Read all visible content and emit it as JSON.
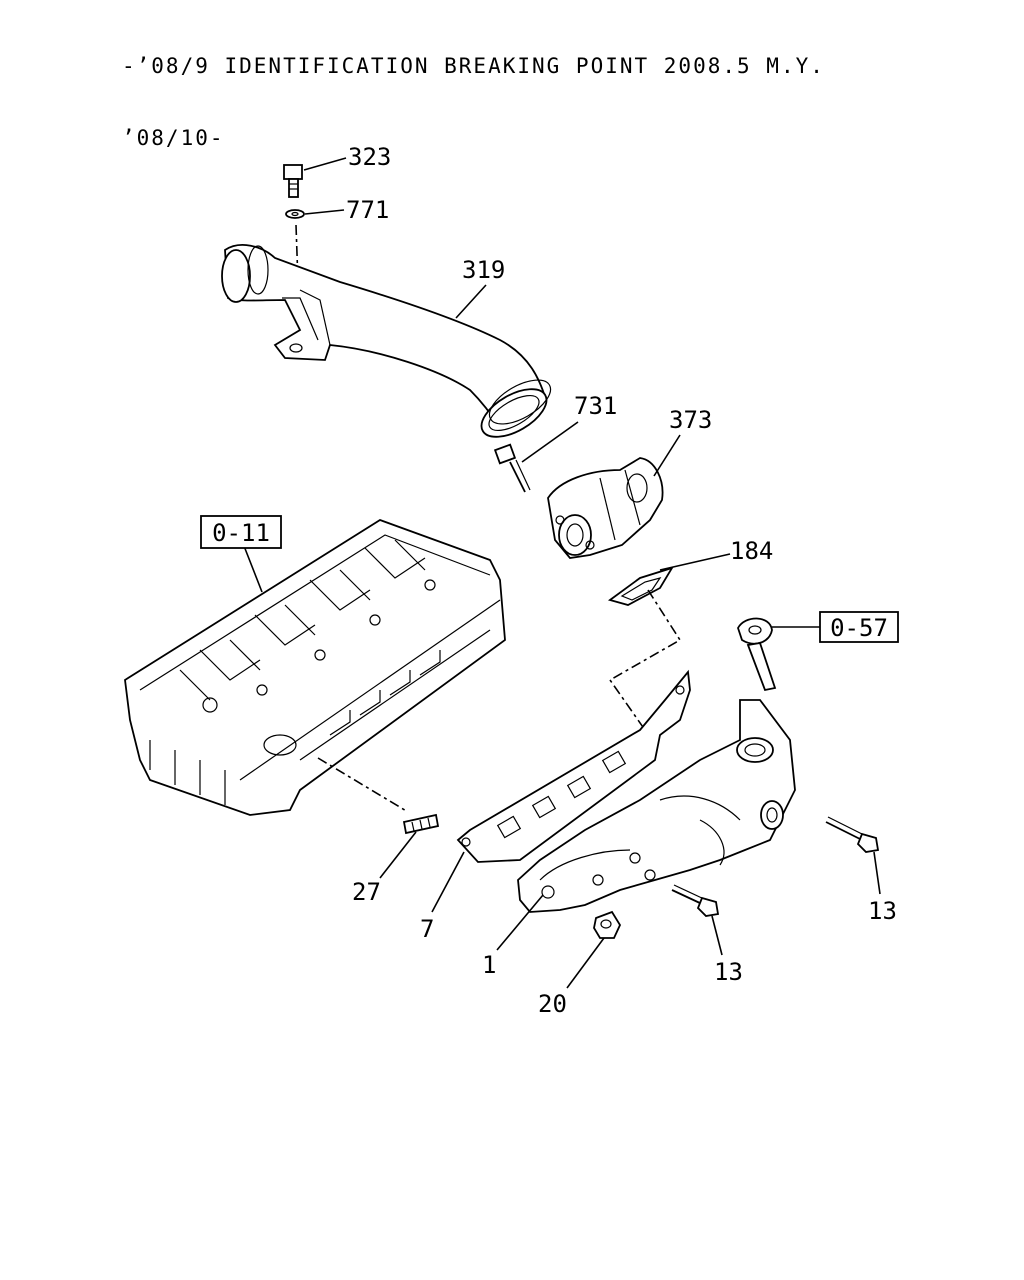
{
  "header": {
    "line1": "-’08/9 IDENTIFICATION BREAKING POINT 2008.5 M.Y.",
    "line2": "’08/10-"
  },
  "refs": {
    "r011": "0-11",
    "r057": "0-57"
  },
  "parts": {
    "p323": "323",
    "p771": "771",
    "p319": "319",
    "p731": "731",
    "p373": "373",
    "p184": "184",
    "p27": "27",
    "p7": "7",
    "p1": "1",
    "p20": "20",
    "p13a": "13",
    "p13b": "13"
  }
}
